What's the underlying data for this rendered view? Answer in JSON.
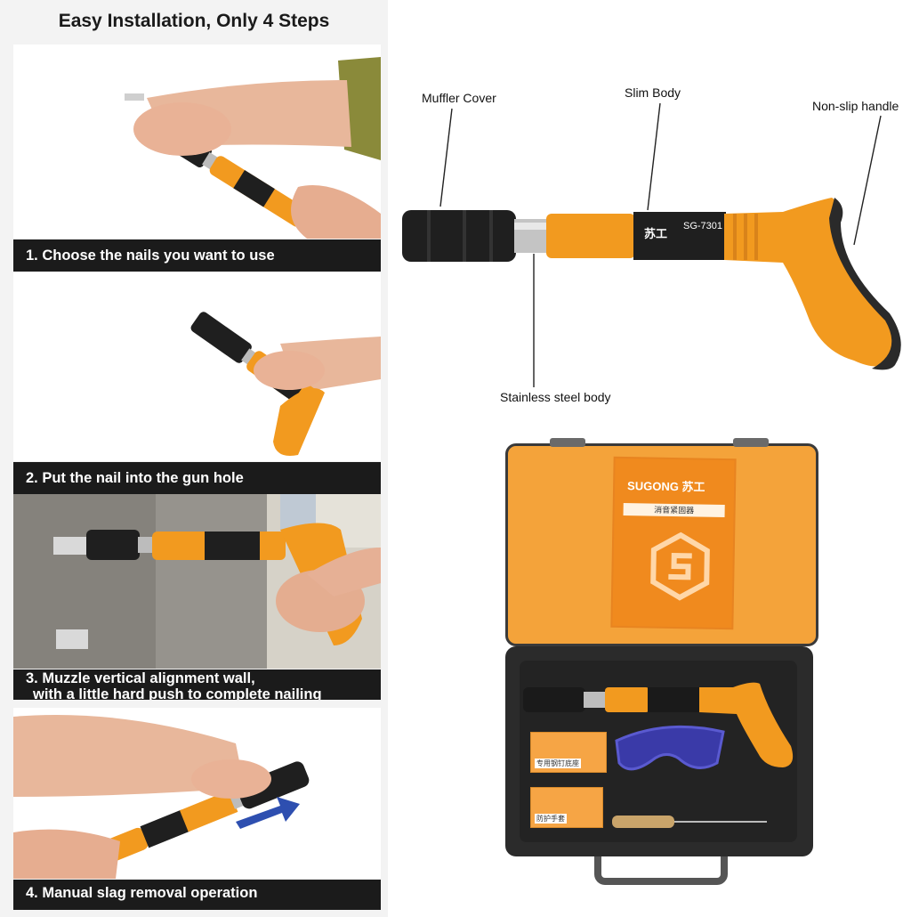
{
  "left_panel": {
    "title": "Easy Installation, Only 4 Steps",
    "steps": [
      {
        "caption": "1. Choose the nails you want to use"
      },
      {
        "caption": "2. Put the nail into the gun hole"
      },
      {
        "caption_line1": "3. Muzzle vertical alignment wall,",
        "caption_line2": "with a little hard push to complete nailing"
      },
      {
        "caption": "4. Manual slag removal operation"
      }
    ]
  },
  "product_diagram": {
    "callouts": {
      "muffler": "Muffler Cover",
      "slim_body": "Slim Body",
      "handle": "Non-slip handle",
      "steel_body": "Stainless steel body"
    },
    "tool_brand": "苏工",
    "tool_model": "SG-7301"
  },
  "case": {
    "manual_brand": "SUGONG 苏工",
    "manual_subtitle": "消音紧固器",
    "card1_label": "专用钢钉底座",
    "card2_label": "防护手套"
  },
  "colors": {
    "accent_orange": "#f29a1f",
    "tool_black": "#1f1f1f",
    "caption_bg": "#1b1b1b"
  }
}
